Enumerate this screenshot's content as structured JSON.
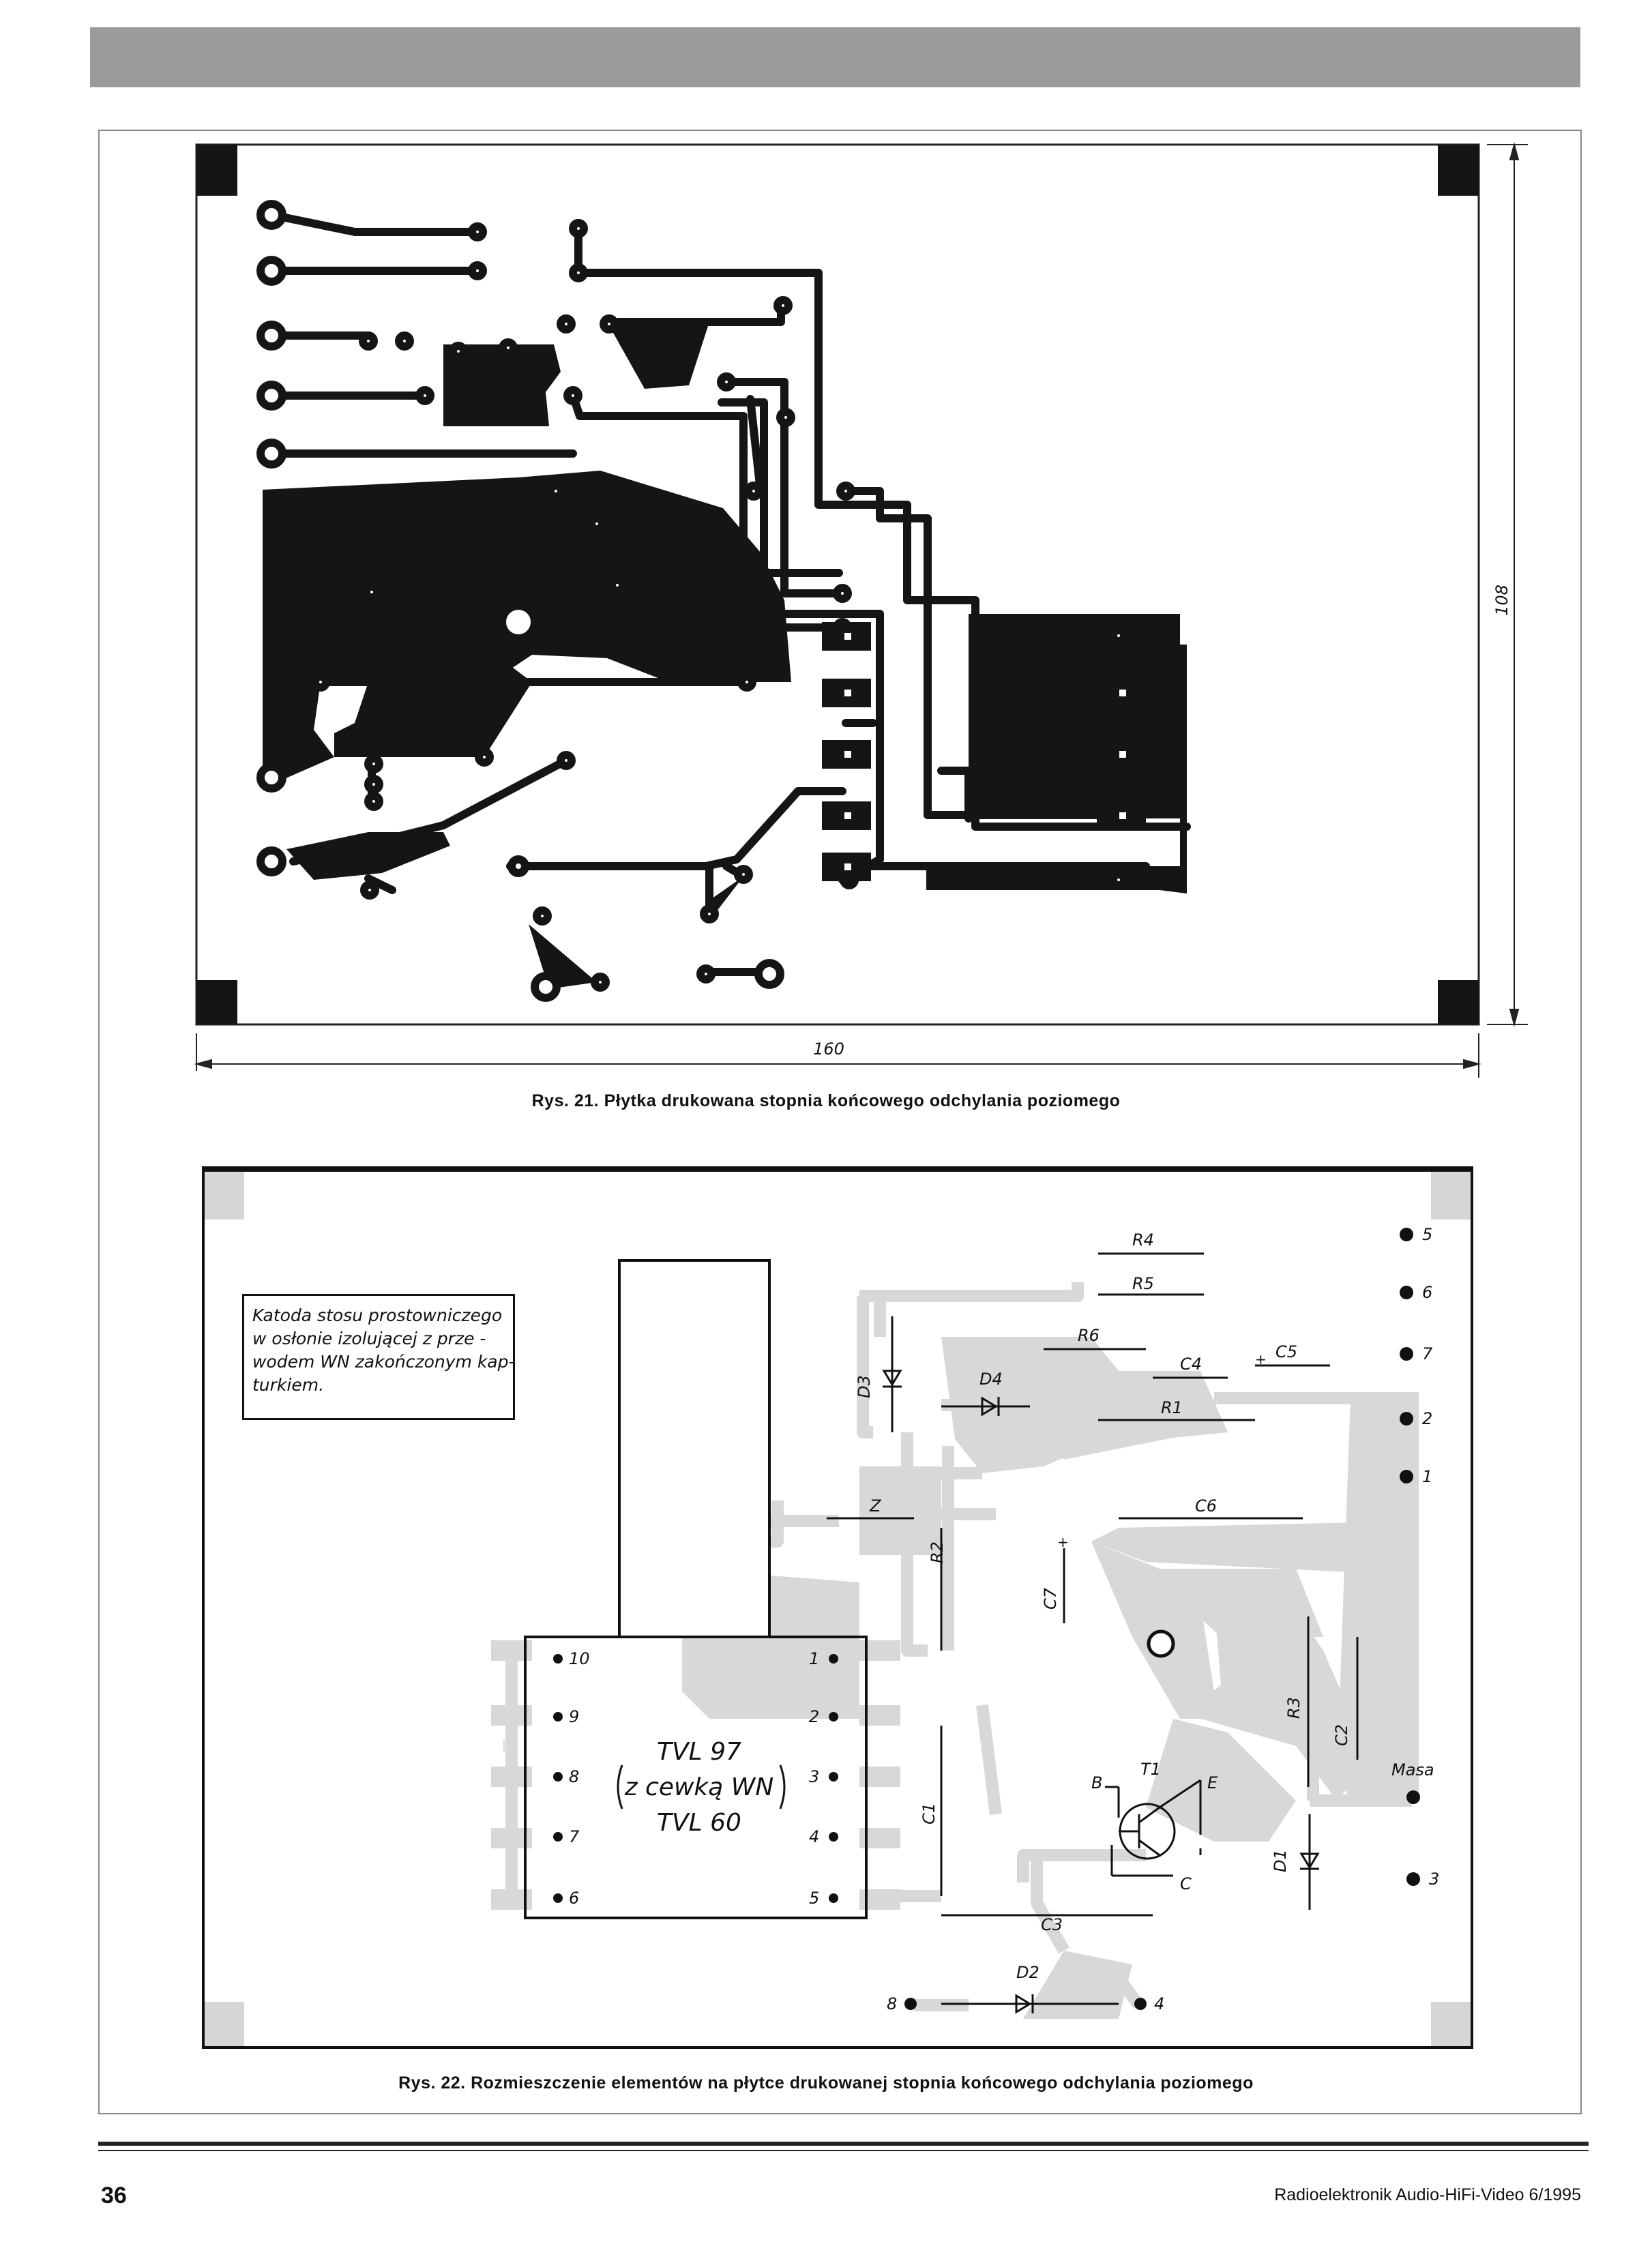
{
  "figure21": {
    "caption": "Rys. 21. Płytka drukowana stopnia końcowego odchylania poziomego",
    "dim_width": "160",
    "dim_height": "108"
  },
  "figure22": {
    "caption": "Rys. 22. Rozmieszczenie elementów na płytce drukowanej stopnia końcowego odchylania poziomego",
    "note_lines": [
      "Katoda stosu prostowniczego",
      "w osłonie izolującej z prze -",
      "wodem WN zakończonym kap-",
      "turkiem."
    ],
    "transformer_lines": [
      "TVL 97",
      "z cewką WN",
      "TVL 60"
    ],
    "component_labels": {
      "R1": "R1",
      "R2": "R2",
      "R3": "R3",
      "R4": "R4",
      "R5": "R5",
      "R6": "R6",
      "C1": "C1",
      "C2": "C2",
      "C3": "C3",
      "C4": "C4",
      "C5": "C5",
      "C6": "C6",
      "C7": "C7",
      "D1": "D1",
      "D2": "D2",
      "D3": "D3",
      "D4": "D4",
      "T1": "T1",
      "B": "B",
      "E": "E",
      "C": "C",
      "Z": "Z",
      "masa": "Masa"
    },
    "transformer_pins_left": [
      "10",
      "9",
      "8",
      "7",
      "6"
    ],
    "transformer_pins_right": [
      "1",
      "2",
      "3",
      "4",
      "5"
    ],
    "connector_pins": [
      "5",
      "6",
      "7",
      "2",
      "1",
      "3",
      "4",
      "8"
    ]
  },
  "footer": {
    "page_number": "36",
    "journal": "Radioelektronik Audio-HiFi-Video 6/1995"
  }
}
